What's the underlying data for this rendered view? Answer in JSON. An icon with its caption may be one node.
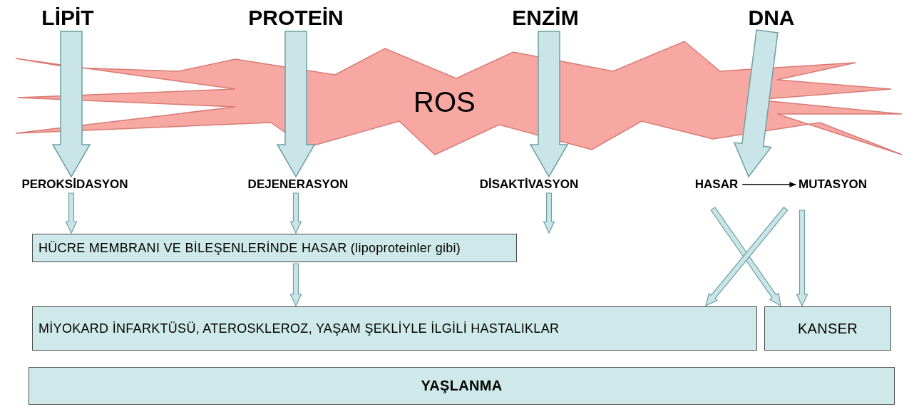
{
  "diagram": {
    "nodes": [
      {
        "text": [
          "LİPİT"
        ]
      },
      {
        "text": [
          "PROTEİN"
        ]
      },
      {
        "text": [
          "ENZİM"
        ]
      },
      {
        "text": [
          "DNA"
        ]
      },
      {
        "text": [
          "ROS"
        ]
      },
      {
        "text": [
          "PEROKSİDASYON"
        ]
      },
      {
        "text": [
          "DEJENERASYON"
        ]
      },
      {
        "text": [
          "DİSAKTİVASYON"
        ]
      },
      {
        "text": [
          "HASAR"
        ]
      },
      {
        "text": [
          "MUTASYON"
        ]
      },
      {
        "text": [
          "HÜCRE MEMBRANI VE BİLEŞENLERİNDE HASAR (lipoproteinler gibi)"
        ]
      },
      {
        "text": [
          "MİYOKARD İNFARKTÜSÜ, ATEROSKLEROZ, YAŞAM ŞEKLİYLE İLGİLİ HASTALIKLAR"
        ]
      },
      {
        "text": [
          "KANSER"
        ]
      },
      {
        "text": [
          "YAŞLANMA"
        ]
      }
    ],
    "edges": [
      {
        "from": 0,
        "to": 5,
        "arrow": "to",
        "style": "thick"
      },
      {
        "from": 1,
        "to": 6,
        "arrow": "to",
        "style": "thick"
      },
      {
        "from": 2,
        "to": 7,
        "arrow": "to",
        "style": "thick"
      },
      {
        "from": 3,
        "to": 8,
        "arrow": "to",
        "style": "thick"
      },
      {
        "from": 8,
        "to": 9,
        "arrow": "to",
        "color": "#000000"
      },
      {
        "from": 5,
        "to": 10,
        "arrow": "to"
      },
      {
        "from": 6,
        "to": 10,
        "arrow": "to"
      },
      {
        "from": 7,
        "to": 10,
        "arrow": "to"
      },
      {
        "from": 10,
        "to": 11,
        "arrow": "to"
      },
      {
        "from": 8,
        "to": 12,
        "arrow": "to"
      },
      {
        "from": 9,
        "to": 11,
        "arrow": "to"
      },
      {
        "from": 9,
        "to": 12,
        "arrow": "to"
      }
    ]
  }
}
